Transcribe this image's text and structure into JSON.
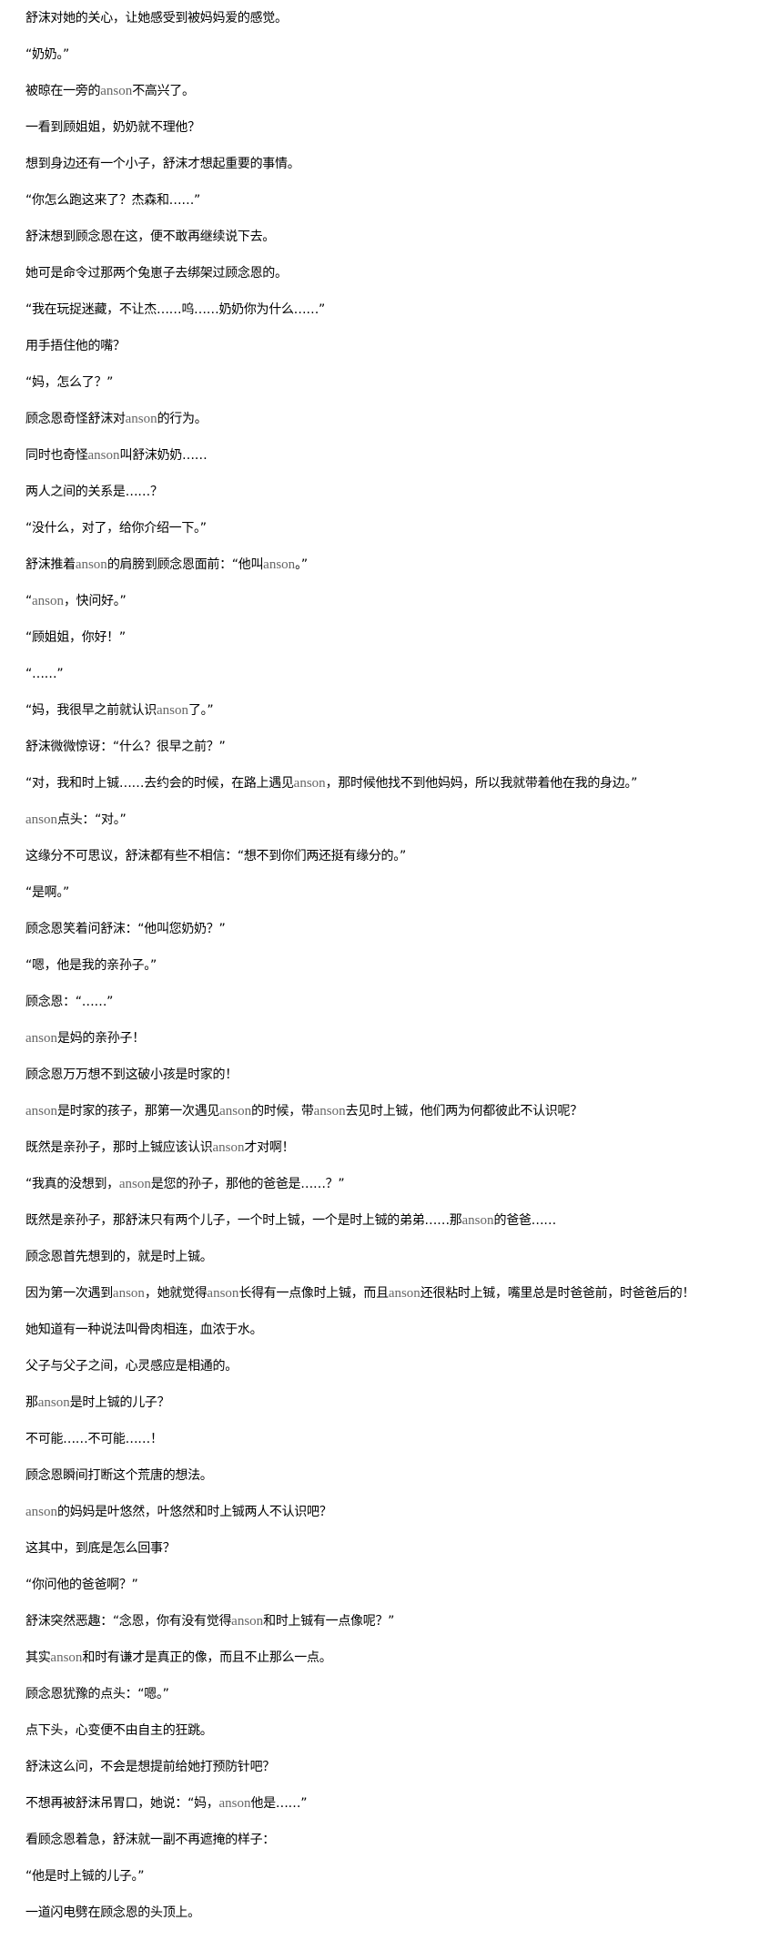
{
  "colors": {
    "text": "#000000",
    "name_highlight": "#666666"
  },
  "paragraphs": [
    [
      "舒沫对她的关心，让她感受到被妈妈爱的感觉。"
    ],
    [
      "“奶奶。”"
    ],
    [
      "被晾在一旁的",
      "anson",
      "不高兴了。"
    ],
    [
      "一看到顾姐姐，奶奶就不理他？"
    ],
    [
      "想到身边还有一个小子，舒沫才想起重要的事情。"
    ],
    [
      "“你怎么跑这来了？杰森和……”"
    ],
    [
      "舒沫想到顾念恩在这，便不敢再继续说下去。"
    ],
    [
      "她可是命令过那两个兔崽子去绑架过顾念恩的。"
    ],
    [
      "“我在玩捉迷藏，不让杰……呜……奶奶你为什么……”"
    ],
    [
      "用手捂住他的嘴？"
    ],
    [
      "“妈，怎么了？”"
    ],
    [
      "顾念恩奇怪舒沫对",
      "anson",
      "的行为。"
    ],
    [
      "同时也奇怪",
      "anson",
      "叫舒沫奶奶……"
    ],
    [
      "两人之间的关系是……？"
    ],
    [
      "“没什么，对了，给你介绍一下。”"
    ],
    [
      "舒沫推着",
      "anson",
      "的肩膀到顾念恩面前：“他叫",
      "anson",
      "。”"
    ],
    [
      "“",
      "anson",
      "，快问好。”"
    ],
    [
      "“顾姐姐，你好！”"
    ],
    [
      "“……”"
    ],
    [
      "“妈，我很早之前就认识",
      "anson",
      "了。”"
    ],
    [
      "舒沫微微惊讶：“什么？很早之前？”"
    ],
    [
      "“对，我和时上铖……去约会的时候，在路上遇见",
      "anson",
      "，那时候他找不到他妈妈，所以我就带着他在我的身边。”"
    ],
    [
      "",
      "anson",
      "点头：“对。”"
    ],
    [
      "这缘分不可思议，舒沫都有些不相信：“想不到你们两还挺有缘分的。”"
    ],
    [
      "“是啊。”"
    ],
    [
      "顾念恩笑着问舒沫：“他叫您奶奶？”"
    ],
    [
      "“嗯，他是我的亲孙子。”"
    ],
    [
      "顾念恩：“……”"
    ],
    [
      "",
      "anson",
      "是妈的亲孙子！"
    ],
    [
      "顾念恩万万想不到这破小孩是时家的！"
    ],
    [
      "",
      "anson",
      "是时家的孩子，那第一次遇见",
      "anson",
      "的时候，带",
      "anson",
      "去见时上铖，他们两为何都彼此不认识呢？"
    ],
    [
      "既然是亲孙子，那时上铖应该认识",
      "anson",
      "才对啊！"
    ],
    [
      "“我真的没想到，",
      "anson",
      "是您的孙子，那他的爸爸是……？”"
    ],
    [
      "既然是亲孙子，那舒沫只有两个儿子，一个时上铖，一个是时上铖的弟弟……那",
      "anson",
      "的爸爸……"
    ],
    [
      "顾念恩首先想到的，就是时上铖。"
    ],
    [
      "因为第一次遇到",
      "anson",
      "，她就觉得",
      "anson",
      "长得有一点像时上铖，而且",
      "anson",
      "还很粘时上铖，嘴里总是时爸爸前，时爸爸后的！"
    ],
    [
      "她知道有一种说法叫骨肉相连，血浓于水。"
    ],
    [
      "父子与父子之间，心灵感应是相通的。"
    ],
    [
      "那",
      "anson",
      "是时上铖的儿子？"
    ],
    [
      "不可能……不可能……！"
    ],
    [
      "顾念恩瞬间打断这个荒唐的想法。"
    ],
    [
      "",
      "anson",
      "的妈妈是叶悠然，叶悠然和时上铖两人不认识吧？"
    ],
    [
      "这其中，到底是怎么回事？"
    ],
    [
      "“你问他的爸爸啊？”"
    ],
    [
      "舒沫突然恶趣：“念恩，你有没有觉得",
      "anson",
      "和时上铖有一点像呢？”"
    ],
    [
      "其实",
      "anson",
      "和时有谦才是真正的像，而且不止那么一点。"
    ],
    [
      "顾念恩犹豫的点头：“嗯。”"
    ],
    [
      "点下头，心变便不由自主的狂跳。"
    ],
    [
      "舒沫这么问，不会是想提前给她打预防针吧？"
    ],
    [
      "不想再被舒沫吊胃口，她说：“妈，",
      "anson",
      "他是……”"
    ],
    [
      "看顾念恩着急，舒沫就一副不再遮掩的样子："
    ],
    [
      "“他是时上铖的儿子。”"
    ],
    [
      "一道闪电劈在顾念恩的头顶上。"
    ]
  ]
}
